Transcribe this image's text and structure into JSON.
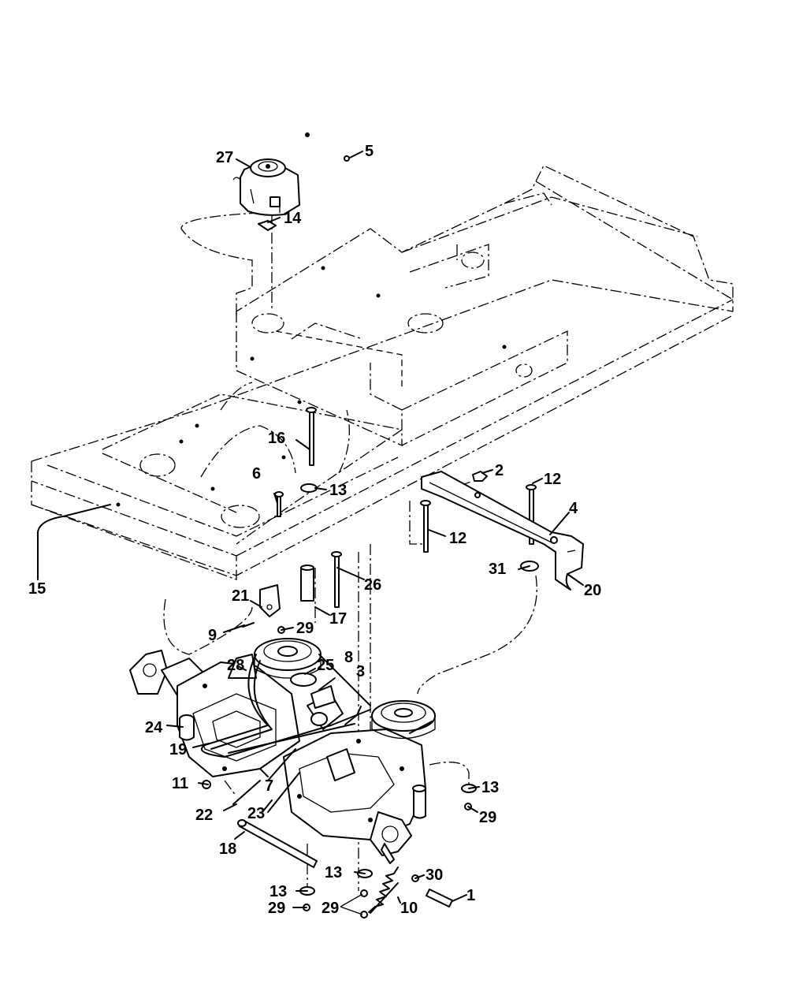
{
  "callouts": {
    "c1": "1",
    "c2": "2",
    "c3": "3",
    "c4": "4",
    "c5": "5",
    "c6": "6",
    "c7": "7",
    "c8": "8",
    "c9": "9",
    "c10": "10",
    "c11": "11",
    "c12a": "12",
    "c12b": "12",
    "c13a": "13",
    "c13b": "13",
    "c13c": "13",
    "c13d": "13",
    "c14": "14",
    "c15": "15",
    "c16": "16",
    "c17": "17",
    "c18": "18",
    "c19": "19",
    "c20": "20",
    "c21": "21",
    "c22": "22",
    "c23": "23",
    "c24": "24",
    "c25": "25",
    "c26": "26",
    "c27": "27",
    "c28": "28",
    "c29a": "29",
    "c29b": "29",
    "c29c": "29",
    "c29d": "29",
    "c30": "30",
    "c31": "31"
  },
  "icons": {
    "frame": "frame-icon",
    "reservoir": "reservoir-icon",
    "transaxle": "transaxle-icon",
    "pulley": "pulley-icon",
    "spring": "spring-icon",
    "bolt": "bolt-icon"
  }
}
